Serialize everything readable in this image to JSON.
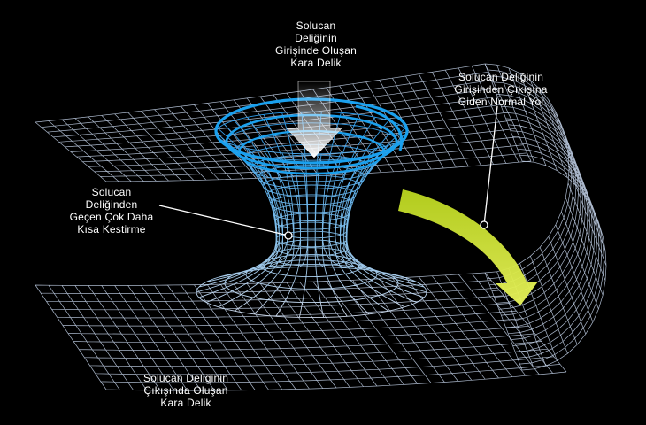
{
  "labels": {
    "entry_black_hole": [
      "Solucan",
      "Deliğinin",
      "Girişinde Oluşan",
      "Kara Delik"
    ],
    "normal_path": [
      "Solucan Deliğinin",
      "Girişinden Çıkışına",
      "Giden Normal Yol"
    ],
    "shortcut": [
      "Solucan",
      "Deliğinden",
      "Geçen Çok Daha",
      "Kısa Kestirme"
    ],
    "exit_black_hole": [
      "Solucan Deliğinin",
      "Çıkışında Oluşan",
      "Kara Delik"
    ]
  },
  "colors": {
    "background": "#000000",
    "grid": "#c9d8f0",
    "funnel": "#58b4f2",
    "rings": "#1aa0ee",
    "arrow": "#d9ec3c",
    "text": "#ffffff"
  }
}
